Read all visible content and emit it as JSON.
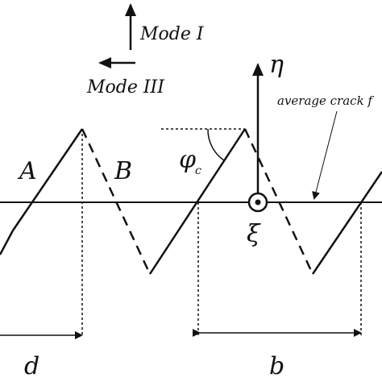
{
  "modes": {
    "mode_i": "Mode I",
    "mode_iii": "Mode III"
  },
  "axes": {
    "eta": "η",
    "xi": "ξ"
  },
  "labels": {
    "segment_a": "A",
    "segment_b": "B",
    "angle": "φ",
    "angle_sub": "c",
    "average_front": "average crack f",
    "dim_d": "d",
    "dim_b": "b"
  }
}
